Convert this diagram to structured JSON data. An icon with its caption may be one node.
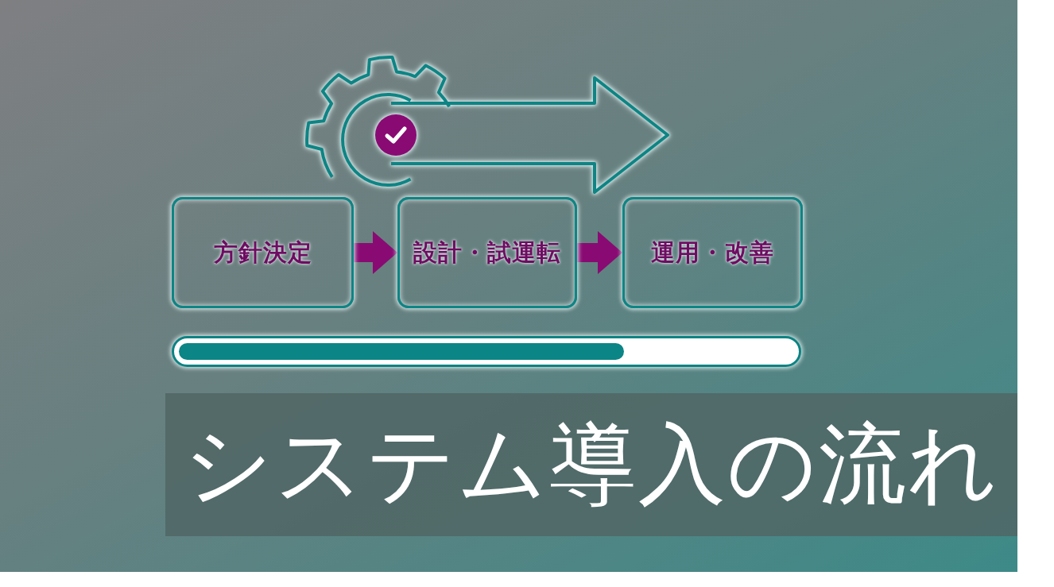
{
  "diagram": {
    "title": "システム導入の流れ",
    "nodes": [
      {
        "text": [
          "方針決定"
        ]
      },
      {
        "text": [
          "設計・試運転"
        ]
      },
      {
        "text": [
          "運用・改善"
        ]
      }
    ],
    "edges": [
      {
        "from": 0,
        "to": 1,
        "arrow": "to"
      },
      {
        "from": 1,
        "to": 2,
        "arrow": "to"
      }
    ]
  }
}
